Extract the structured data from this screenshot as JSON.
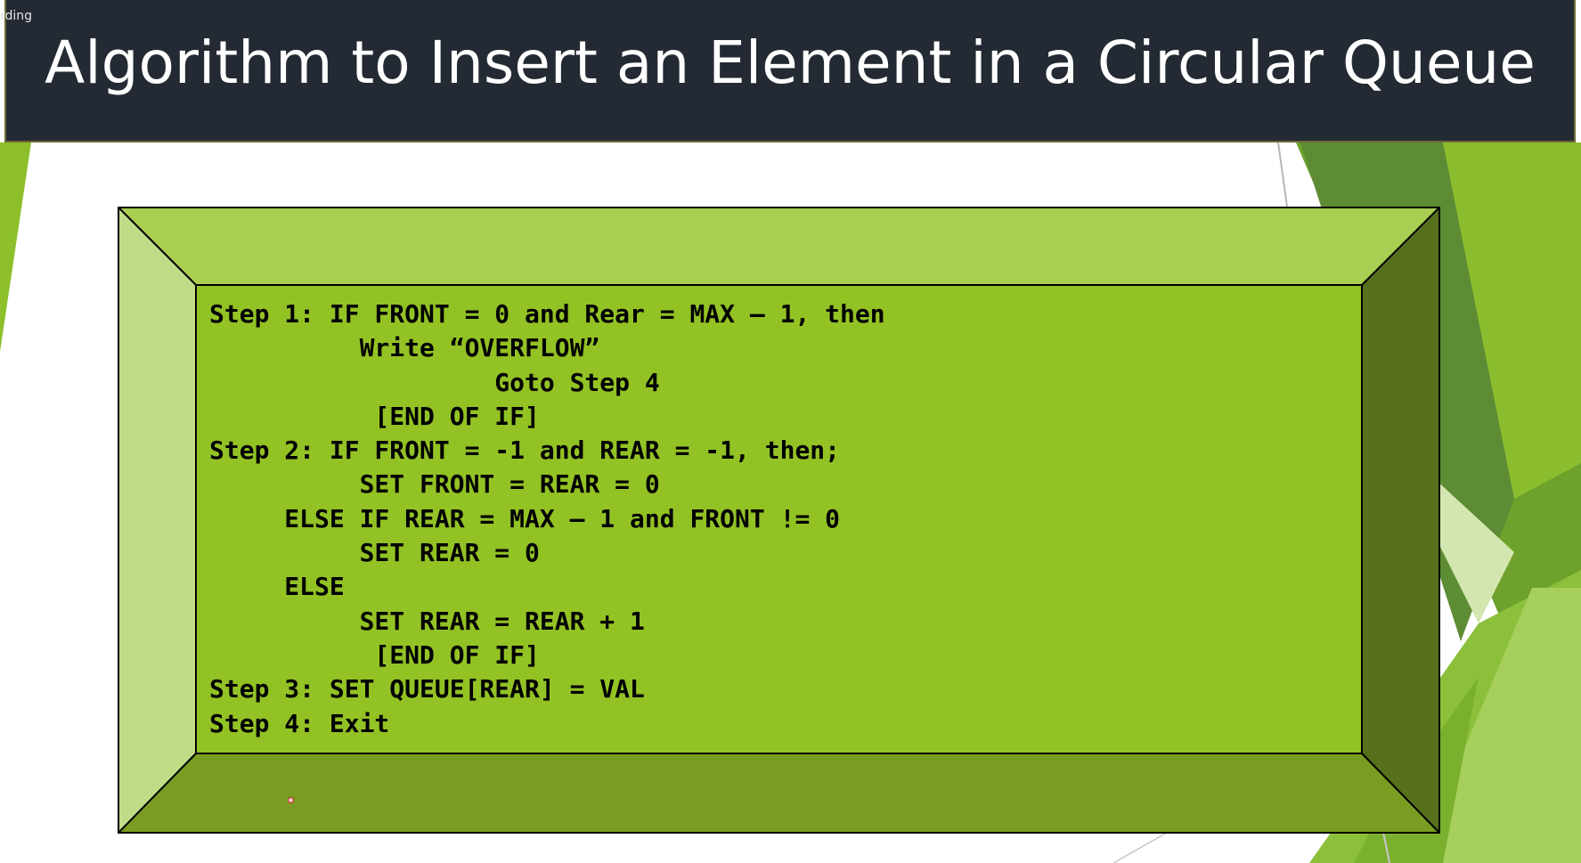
{
  "window": {
    "recording_label": "rding"
  },
  "slide": {
    "title": "Algorithm to Insert an Element in a Circular Queue",
    "code_lines": [
      "Step 1: IF FRONT = 0 and Rear = MAX – 1, then",
      "          Write “OVERFLOW”",
      "                   Goto Step 4",
      "           [END OF IF]",
      "Step 2: IF FRONT = -1 and REAR = -1, then;",
      "          SET FRONT = REAR = 0",
      "     ELSE IF REAR = MAX – 1 and FRONT != 0",
      "          SET REAR = 0",
      "     ELSE",
      "          SET REAR = REAR + 1",
      "           [END OF IF]",
      "Step 3: SET QUEUE[REAR] = VAL",
      "Step 4: Exit"
    ]
  },
  "colors": {
    "title_bg": "#242a33",
    "box_face": "#93c225",
    "bevel_top": "#a8ce52",
    "bevel_left": "#c1dc87",
    "bevel_right": "#58701c",
    "bevel_bottom": "#789d22"
  }
}
